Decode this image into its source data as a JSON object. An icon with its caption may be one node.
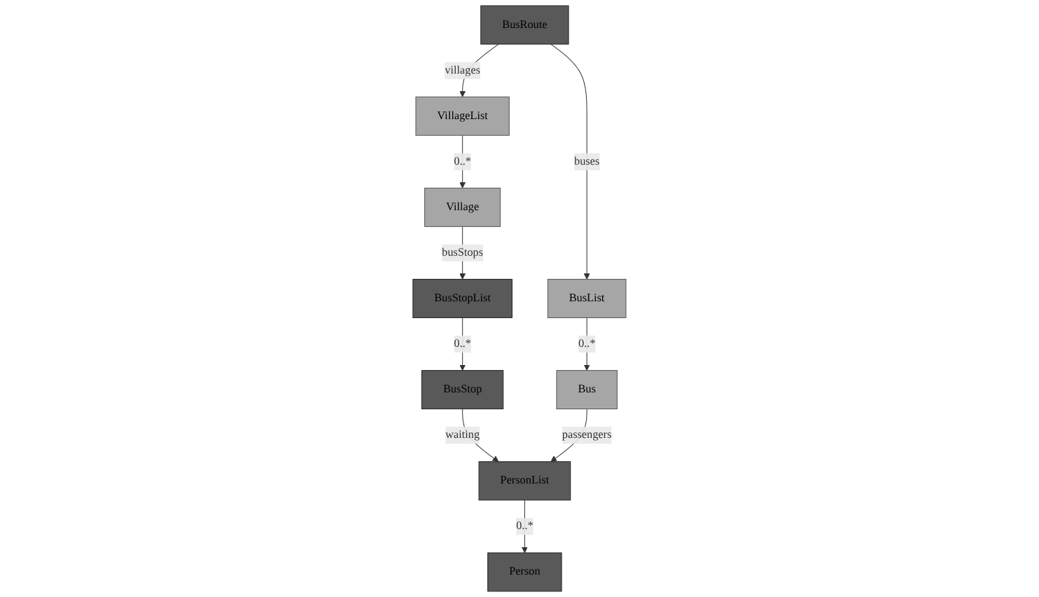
{
  "diagram": {
    "nodes": [
      {
        "text": [
          "BusRoute"
        ]
      },
      {
        "text": [
          "VillageList"
        ]
      },
      {
        "text": [
          "Village"
        ]
      },
      {
        "text": [
          "BusStopList"
        ]
      },
      {
        "text": [
          "BusList"
        ]
      },
      {
        "text": [
          "BusStop"
        ]
      },
      {
        "text": [
          "Bus"
        ]
      },
      {
        "text": [
          "PersonList"
        ]
      },
      {
        "text": [
          "Person"
        ]
      }
    ],
    "edges": [
      {
        "from": 0,
        "to": 1,
        "arrow": "to",
        "label": "villages"
      },
      {
        "from": 0,
        "to": 4,
        "arrow": "to",
        "label": "buses"
      },
      {
        "from": 1,
        "to": 2,
        "arrow": "to",
        "label": "0..*"
      },
      {
        "from": 2,
        "to": 3,
        "arrow": "to",
        "label": "busStops"
      },
      {
        "from": 3,
        "to": 5,
        "arrow": "to",
        "label": "0..*"
      },
      {
        "from": 4,
        "to": 6,
        "arrow": "to",
        "label": "0..*"
      },
      {
        "from": 5,
        "to": 7,
        "arrow": "to",
        "label": "waiting"
      },
      {
        "from": 6,
        "to": 7,
        "arrow": "to",
        "label": "passengers"
      },
      {
        "from": 7,
        "to": 8,
        "arrow": "to",
        "label": "0..*"
      }
    ]
  }
}
